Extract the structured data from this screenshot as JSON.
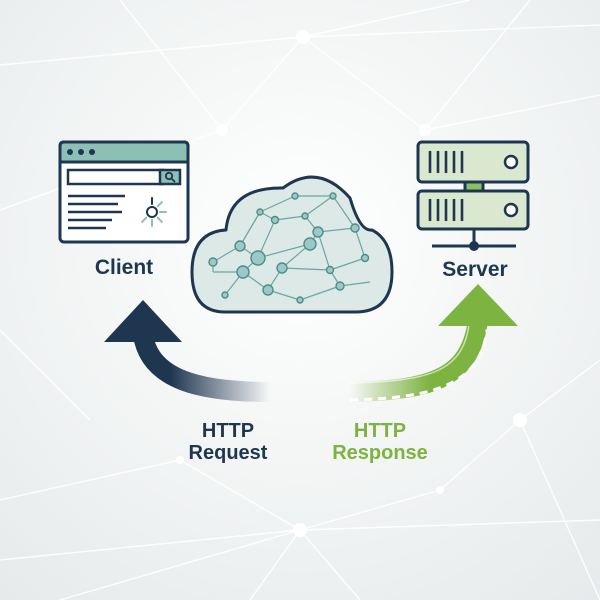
{
  "diagram": {
    "client": {
      "label": "Client"
    },
    "server": {
      "label": "Server"
    },
    "request": {
      "label_line1": "HTTP",
      "label_line2": "Request"
    },
    "response": {
      "label_line1": "HTTP",
      "label_line2": "Response"
    }
  },
  "colors": {
    "navy": "#1f3650",
    "green": "#7db341",
    "teal": "#5a9a95",
    "light_teal": "#dde9e6",
    "server_fill": "#d9e8cf"
  },
  "icons": [
    "browser-window-icon",
    "search-icon",
    "spinner-icon",
    "cloud-network-icon",
    "server-rack-icon"
  ]
}
